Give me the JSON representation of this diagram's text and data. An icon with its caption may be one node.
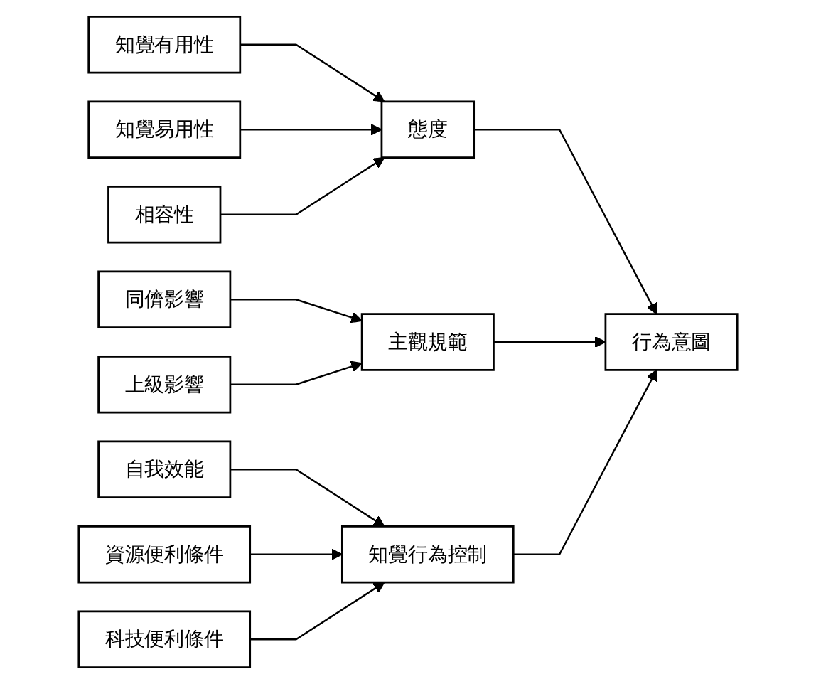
{
  "diagram": {
    "nodes": [
      {
        "text": [
          "知覺有用性"
        ]
      },
      {
        "text": [
          "知覺易用性"
        ]
      },
      {
        "text": [
          "相容性"
        ]
      },
      {
        "text": [
          "同儕影響"
        ]
      },
      {
        "text": [
          "上級影響"
        ]
      },
      {
        "text": [
          "自我效能"
        ]
      },
      {
        "text": [
          "資源便利條件"
        ]
      },
      {
        "text": [
          "科技便利條件"
        ]
      },
      {
        "text": [
          "態度"
        ]
      },
      {
        "text": [
          "主觀規範"
        ]
      },
      {
        "text": [
          "知覺行為控制"
        ]
      },
      {
        "text": [
          "行為意圖"
        ]
      }
    ],
    "edges": [
      {
        "from": 0,
        "to": 8,
        "arrow": "to"
      },
      {
        "from": 1,
        "to": 8,
        "arrow": "to"
      },
      {
        "from": 2,
        "to": 8,
        "arrow": "to"
      },
      {
        "from": 3,
        "to": 9,
        "arrow": "to"
      },
      {
        "from": 4,
        "to": 9,
        "arrow": "to"
      },
      {
        "from": 5,
        "to": 10,
        "arrow": "to"
      },
      {
        "from": 6,
        "to": 10,
        "arrow": "to"
      },
      {
        "from": 7,
        "to": 10,
        "arrow": "to"
      },
      {
        "from": 8,
        "to": 11,
        "arrow": "to"
      },
      {
        "from": 9,
        "to": 11,
        "arrow": "to"
      },
      {
        "from": 10,
        "to": 11,
        "arrow": "to"
      }
    ]
  }
}
